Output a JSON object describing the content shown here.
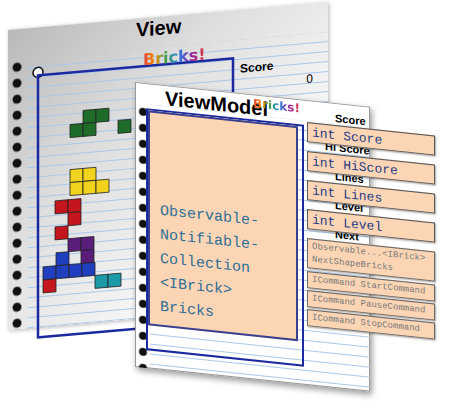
{
  "diagram": {
    "nodes": [
      {
        "text": [
          "View"
        ]
      },
      {
        "text": [
          "ViewModel"
        ]
      },
      {
        "text": [
          "Observable- Notifiable- Collection <IBrick> Bricks"
        ],
        "in": 1
      },
      {
        "text": [
          "int Score"
        ],
        "in": 1
      },
      {
        "text": [
          "int HiScore"
        ],
        "in": 1
      },
      {
        "text": [
          "int Lines"
        ],
        "in": 1
      },
      {
        "text": [
          "int Level"
        ],
        "in": 1
      },
      {
        "text": [
          "Observable...<IBrick> NextShapeBricks"
        ],
        "in": 1
      },
      {
        "text": [
          "ICommand StartCommand"
        ],
        "in": 1
      },
      {
        "text": [
          "ICommand PauseCommand"
        ],
        "in": 1
      },
      {
        "text": [
          "ICommand StopCommand"
        ],
        "in": 1
      }
    ],
    "labels": [
      "Bricks!",
      "Score",
      "0",
      "Bricks!",
      "Score",
      "Hi Score",
      "Lines",
      "Level",
      "Next"
    ]
  }
}
